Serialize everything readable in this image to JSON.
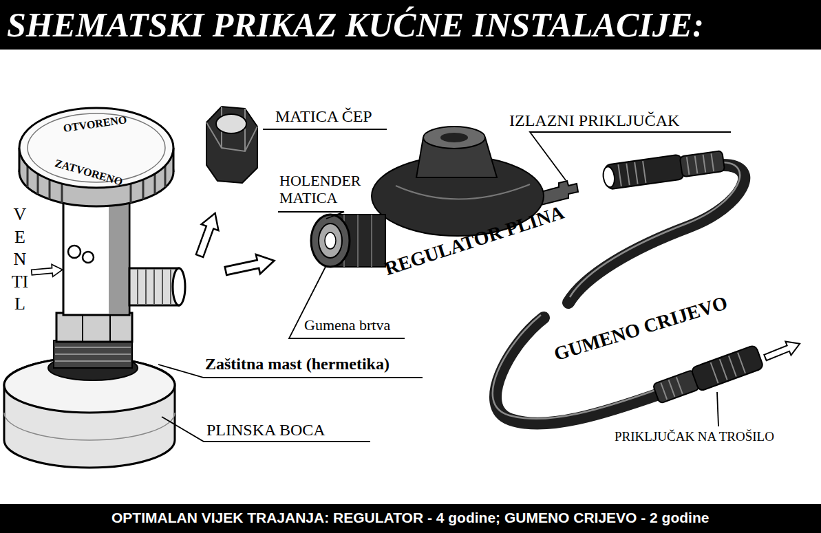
{
  "diagram": {
    "title": "SHEMATSKI PRIKAZ KUĆNE INSTALACIJE:",
    "caption": "OPTIMALAN VIJEK TRAJANJA: REGULATOR - 4 godine; GUMENO CRIJEVO - 2 godine",
    "labels": [
      "MATICA ČEP",
      "IZLAZNI PRIKLJUČAK",
      "HOLENDER MATICA",
      "REGULATOR PLINA",
      "GUMENO CRIJEVO",
      "VENTIL",
      "Gumena brtva",
      "Zaštitna mast (hermetika)",
      "PLINSKA BOCA",
      "PRIKLJUČAK NA TROŠILO",
      "OTVORENO",
      "ZATVORENO"
    ]
  }
}
